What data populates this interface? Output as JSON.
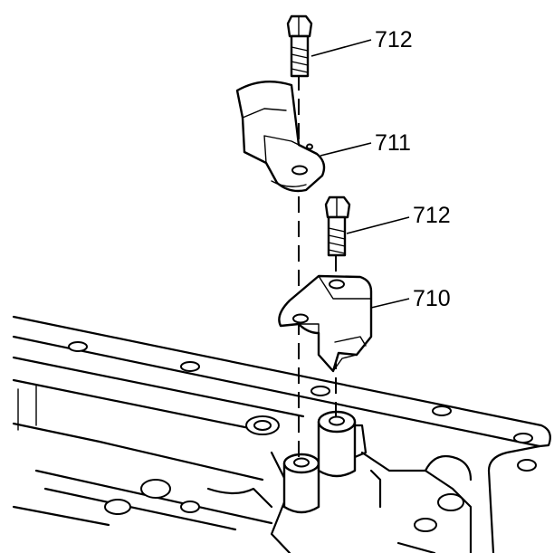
{
  "callouts": [
    {
      "id": "bolt-top",
      "label": "712"
    },
    {
      "id": "bracket-upper",
      "label": "711"
    },
    {
      "id": "bolt-lower",
      "label": "712"
    },
    {
      "id": "bracket-lower",
      "label": "710"
    }
  ],
  "colors": {
    "ink": "#000000",
    "paper": "#ffffff"
  }
}
